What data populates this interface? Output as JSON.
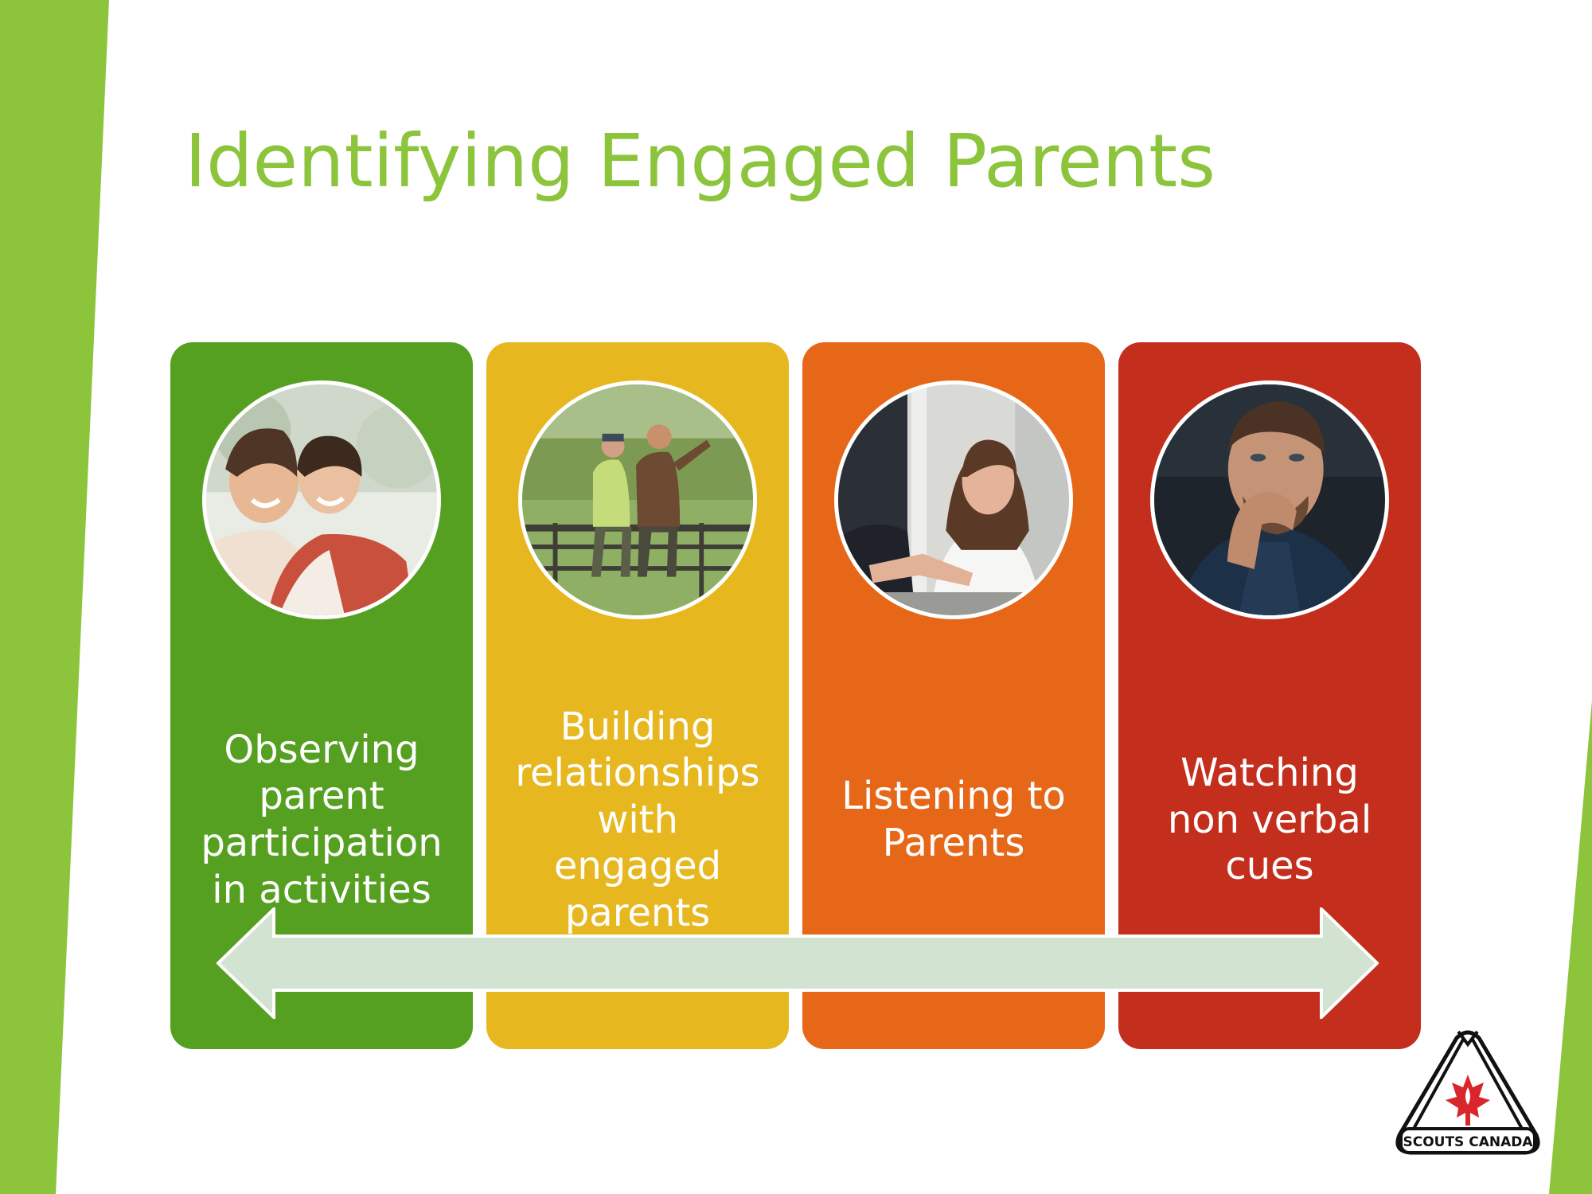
{
  "slide": {
    "title": "Identifying Engaged Parents",
    "accent_color": "#8cc43c",
    "cards": [
      {
        "label": "Observing\nparent\nparticipation\nin activities",
        "color": "#56a021",
        "image": "mother-and-daughter-photo"
      },
      {
        "label": "Building\nrelationships\nwith\nengaged\nparents",
        "color": "#e7b720",
        "image": "two-men-on-fence-photo"
      },
      {
        "label": "Listening to\nParents",
        "color": "#e76718",
        "image": "woman-in-meeting-photo"
      },
      {
        "label": "Watching\nnon verbal\ncues",
        "color": "#c42e1c",
        "image": "thoughtful-man-photo"
      }
    ],
    "arrow": {
      "type": "double-headed-arrow",
      "fill": "#d3e3d1",
      "stroke": "#ffffff"
    },
    "logo": {
      "text": "SCOUTS CANADA"
    }
  }
}
